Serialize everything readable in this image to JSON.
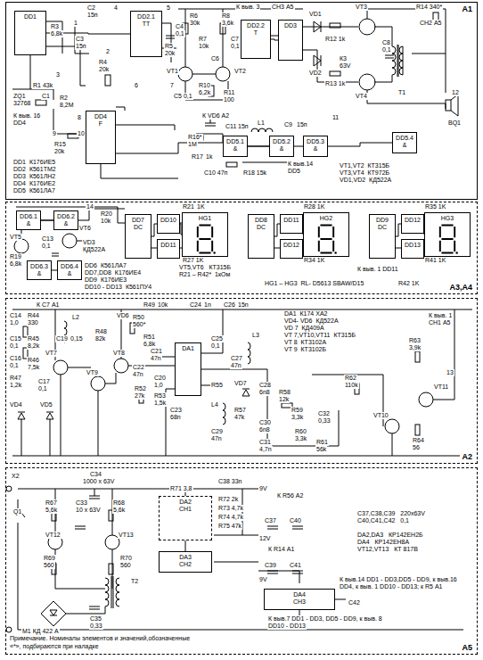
{
  "diagram": {
    "nodes": [
      {
        "text": [
          "A1"
        ]
      },
      {
        "text": [
          "A3,A4"
        ]
      },
      {
        "text": [
          "A2"
        ]
      },
      {
        "text": [
          "A5"
        ]
      },
      {
        "text": [
          "DD1"
        ],
        "in": 0
      },
      {
        "text": [
          "DD2.1",
          "TT"
        ],
        "in": 0
      },
      {
        "text": [
          "DD2.2",
          "T"
        ],
        "in": 0
      },
      {
        "text": [
          "DD3"
        ],
        "in": 0
      },
      {
        "text": [
          "DD4",
          "F"
        ],
        "in": 0
      },
      {
        "text": [
          "DD5.1",
          "&"
        ],
        "in": 0
      },
      {
        "text": [
          "DD5.2",
          "&"
        ],
        "in": 0
      },
      {
        "text": [
          "DD5.3",
          "&"
        ],
        "in": 0
      },
      {
        "text": [
          "DD5.4",
          "&"
        ],
        "in": 0
      },
      {
        "text": [
          "DD6.1",
          "&"
        ],
        "in": 1
      },
      {
        "text": [
          "DD6.2",
          "&"
        ],
        "in": 1
      },
      {
        "text": [
          "DD6.3",
          "&"
        ],
        "in": 1
      },
      {
        "text": [
          "DD6.4",
          "&"
        ],
        "in": 1
      },
      {
        "text": [
          "DD7",
          "DC"
        ],
        "in": 1
      },
      {
        "text": [
          "DD10"
        ],
        "in": 1
      },
      {
        "text": [
          "DD11"
        ],
        "in": 1
      },
      {
        "text": [
          "HG1"
        ],
        "in": 1
      },
      {
        "text": [
          "DD8",
          "DC"
        ],
        "in": 1
      },
      {
        "text": [
          "DD11"
        ],
        "in": 1
      },
      {
        "text": [
          "DD12"
        ],
        "in": 1
      },
      {
        "text": [
          "HG2"
        ],
        "in": 1
      },
      {
        "text": [
          "DD9",
          "DC"
        ],
        "in": 1
      },
      {
        "text": [
          "DD12"
        ],
        "in": 1
      },
      {
        "text": [
          "DD13"
        ],
        "in": 1
      },
      {
        "text": [
          "HG3"
        ],
        "in": 1
      },
      {
        "text": [
          "DA1"
        ],
        "in": 2
      },
      {
        "text": [
          "DA2",
          "СН1"
        ],
        "in": 3
      },
      {
        "text": [
          "DA3",
          "СН2"
        ],
        "in": 3
      },
      {
        "text": [
          "DA4",
          "СН3"
        ],
        "in": 3
      }
    ],
    "edges": [
      {
        "from": 4,
        "to": 5,
        "arrow": "none"
      },
      {
        "from": 6,
        "to": 7,
        "arrow": "none"
      },
      {
        "from": 9,
        "to": 10,
        "arrow": "none"
      },
      {
        "from": 10,
        "to": 11,
        "arrow": "none"
      },
      {
        "from": 11,
        "to": 12,
        "arrow": "none"
      },
      {
        "from": 13,
        "to": 14,
        "arrow": "none"
      },
      {
        "from": 15,
        "to": 16,
        "arrow": "none"
      },
      {
        "from": 17,
        "to": 18,
        "arrow": "none"
      },
      {
        "from": 18,
        "to": 20,
        "arrow": "none"
      },
      {
        "from": 21,
        "to": 22,
        "arrow": "none"
      },
      {
        "from": 22,
        "to": 24,
        "arrow": "none"
      },
      {
        "from": 25,
        "to": 26,
        "arrow": "none"
      },
      {
        "from": 26,
        "to": 28,
        "arrow": "none"
      },
      {
        "from": 30,
        "to": 31,
        "arrow": "none"
      }
    ],
    "labels": [
      "C2",
      "15п",
      "4",
      "5",
      "R3",
      "6,8k",
      "1",
      "C3",
      "15п",
      "2",
      "3",
      "R1 43k",
      "ZQ1",
      "C1",
      "32768",
      "R2",
      "8,2M",
      "R4",
      "20k",
      "6",
      "7",
      "К выв. 16",
      "DD4",
      "8",
      "9",
      "10",
      "R15",
      "20k",
      "DD1  К176ИЕ5",
      "DD2  К561ТМ2",
      "DD3  К561ЛН2",
      "DD4  К176ИЕ2",
      "DD5  К561ЛА7",
      "C4",
      "0,1",
      "R5",
      "20k",
      "R6",
      "30k",
      "R7",
      "10k",
      "R8",
      "3,6k",
      "К выв. 3",
      "СН3 А5",
      "VT1",
      "VT2",
      "C5 0,1",
      "R10",
      "6,2k",
      "R11",
      "100",
      "C6",
      "C7",
      "0,1",
      "К VD6 А2",
      "C11",
      "15п",
      "L1",
      "C9",
      "15п",
      "R16*",
      "1M",
      "R17",
      "1k",
      "C10 47п",
      "R18 15k",
      "К выв.14",
      "DD5",
      "11",
      "VD1",
      "VD2",
      "R12 1k",
      "R13 1k",
      "VT3",
      "VT4",
      "C8",
      "0,1",
      "К3",
      "63V",
      "T1",
      "R14 340*",
      "СН2 А5",
      "BQ1",
      "12",
      "VT1,VT2  КТ315Б",
      "VT3,VT4  КТ972Б",
      "VD1,VD2  КД522А",
      "14",
      "VT5",
      "R19",
      "6,8k",
      "C13",
      "0,1",
      "VT6",
      "VD3",
      "КД522А",
      "R20",
      "10k",
      "DD6  К561ЛА7",
      "DD7,DD8  К176ИЕ4",
      "DD9  К176ИЕ3",
      "DD10 - DD13  К561ПУ4",
      "VT5,VT6   КТ315Б",
      "R21 – R42*  1кОм",
      "К выв. 1 DD11",
      "HG1 – HG3  RL- D5613 SBAW/D15",
      "R21",
      "1K",
      "R27 1K",
      "R28 1K",
      "R34 1K",
      "R35 1K",
      "R41 1K",
      "R42 1K",
      "К С7 А1",
      "R49",
      "10k",
      "C24",
      "1n",
      "C26",
      "15n",
      "VD6",
      "C14",
      "1,0",
      "R44",
      "330",
      "L2",
      "R50",
      "560*",
      "C15",
      "0,1",
      "R45",
      "8,2k",
      "C19",
      "0,15",
      "R48",
      "82k",
      "R51",
      "6,8k",
      "VT8",
      "C21",
      "47n",
      "C16",
      "0,1",
      "R46",
      "7,5k",
      "VT7",
      "VT9",
      "R47",
      "1,2k",
      "C17",
      "0,1",
      "VD4",
      "VD5",
      "R52",
      "27k",
      "C20",
      "1,0",
      "R53",
      "1,5k",
      "C22",
      "47n",
      "C23",
      "68n",
      "C25",
      "0,1",
      "C27",
      "47n",
      "L3",
      "R55",
      "L4",
      "VD7",
      "R57",
      "47k",
      "C28",
      "6n8",
      "R58",
      "12k",
      "C29",
      "47n",
      "C30",
      "6n8",
      "C31",
      "4,7n",
      "R59",
      "3,3k",
      "R60",
      "3,3k",
      "C32",
      "0,33",
      "R61",
      "56k",
      "R62",
      "110k",
      "R63",
      "3,9k",
      "R64",
      "56",
      "VT10",
      "VT11",
      "К выв. 1",
      "СН1 А5",
      "13",
      "DA1  К174 ХА2",
      "VD4- VD6  КД522А",
      "VD 7  КД409А",
      "VT 7,VT10,VT11  КТ315Б",
      "VT 8  КТ3102А",
      "VT 9  КТ3102Б",
      "X2",
      "C34",
      "1000 х 63V",
      "R71 3,8",
      "C38 33n",
      "9V",
      "К R56 А2",
      "Q1",
      "R67",
      "5,6k",
      "C33",
      "10 х 63V",
      "R68",
      "5,6k",
      "R72 2k",
      "R73 4,7k",
      "R74 4,7k",
      "R75 47k",
      "C37",
      "C40",
      "VT12",
      "VT13",
      "R69",
      "560",
      "R70",
      "560",
      "T2",
      "М1 КД 422 А",
      "C35",
      "0,33",
      "К R14 А1",
      "12V",
      "C39",
      "C41",
      "9V",
      "C42",
      "К выв.14 DD1 - DD3,DD5 - DD9, к выв.16",
      "DD4, к выв. 1 DD10 - DD13; к R5 А1",
      "К выв.7 DD1 - DD3, DD5 - DD9, к выв. 8",
      "DD10 - DD13",
      "C37,C38,C39   220х63V",
      "C40,C41,C42   0,1",
      "DA2,DA3   КР142ЕН2Б",
      "DA4   КР142ЕН8А",
      "VT12,VT13   КТ 817В",
      "Примечание. Номиналы элементов и значений,обозначенные",
      "«*», подбираются при наладке"
    ]
  }
}
